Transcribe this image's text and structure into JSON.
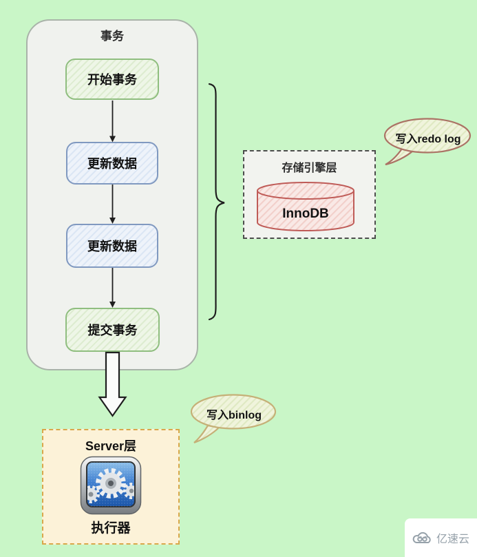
{
  "diagram": {
    "transaction_group": {
      "label": "事务"
    },
    "flow_nodes": [
      {
        "label": "开始事务",
        "style": "green"
      },
      {
        "label": "更新数据",
        "style": "blue"
      },
      {
        "label": "更新数据",
        "style": "blue"
      },
      {
        "label": "提交事务",
        "style": "green"
      }
    ],
    "storage_engine": {
      "title": "存储引擎层",
      "db_label": "InnoDB"
    },
    "server_layer": {
      "title": "Server层",
      "component_label": "执行器",
      "icon": "gears-app-icon"
    },
    "callout_redo": {
      "text": "写入redo log"
    },
    "callout_binlog": {
      "text": "写入binlog"
    },
    "watermark": {
      "brand": "亿速云",
      "icon": "cloud-logo-icon"
    }
  },
  "colors": {
    "page_bg": "#c9f6c7",
    "panel_bg": "#f0f2ee",
    "node_green_border": "#8fbe7f",
    "node_blue_border": "#8099c0",
    "storage_border": "#4c4c4c",
    "innodb_red": "#bf5b57",
    "redo_border": "#ab7365",
    "binlog_border": "#c5b077",
    "server_border": "#d9a74a",
    "server_bg": "#fcf2d8",
    "watermark_text": "#96a1aa",
    "ink": "#1f1f1f"
  }
}
